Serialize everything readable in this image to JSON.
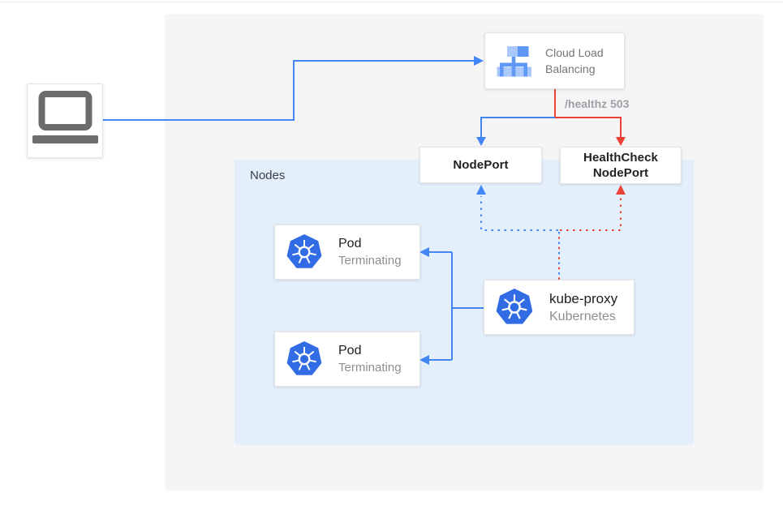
{
  "colors": {
    "blue": "#4285f4",
    "red": "#ea4335",
    "k8s_blue": "#326ce5",
    "lb_icon_light": "#a9c8fb",
    "lb_icon_medium": "#5e97f6",
    "laptop_gray": "#6c6c6c",
    "panel_gray": "#f5f5f6",
    "nodes_blue": "#e3effb"
  },
  "icons": {
    "client": "laptop-icon",
    "load_balancer": "cloud-load-balancing-icon",
    "pod": "kubernetes-icon",
    "kube_proxy": "kubernetes-icon"
  },
  "load_balancer": {
    "line1": "Cloud Load",
    "line2": "Balancing"
  },
  "health_check_label": "/healthz 503",
  "node_port": {
    "label": "NodePort"
  },
  "health_check_node_port": {
    "line1": "HealthCheck",
    "line2": "NodePort"
  },
  "nodes_group": {
    "label": "Nodes"
  },
  "pods": [
    {
      "title": "Pod",
      "status": "Terminating"
    },
    {
      "title": "Pod",
      "status": "Terminating"
    }
  ],
  "kube_proxy": {
    "title": "kube-proxy",
    "subtitle": "Kubernetes"
  }
}
